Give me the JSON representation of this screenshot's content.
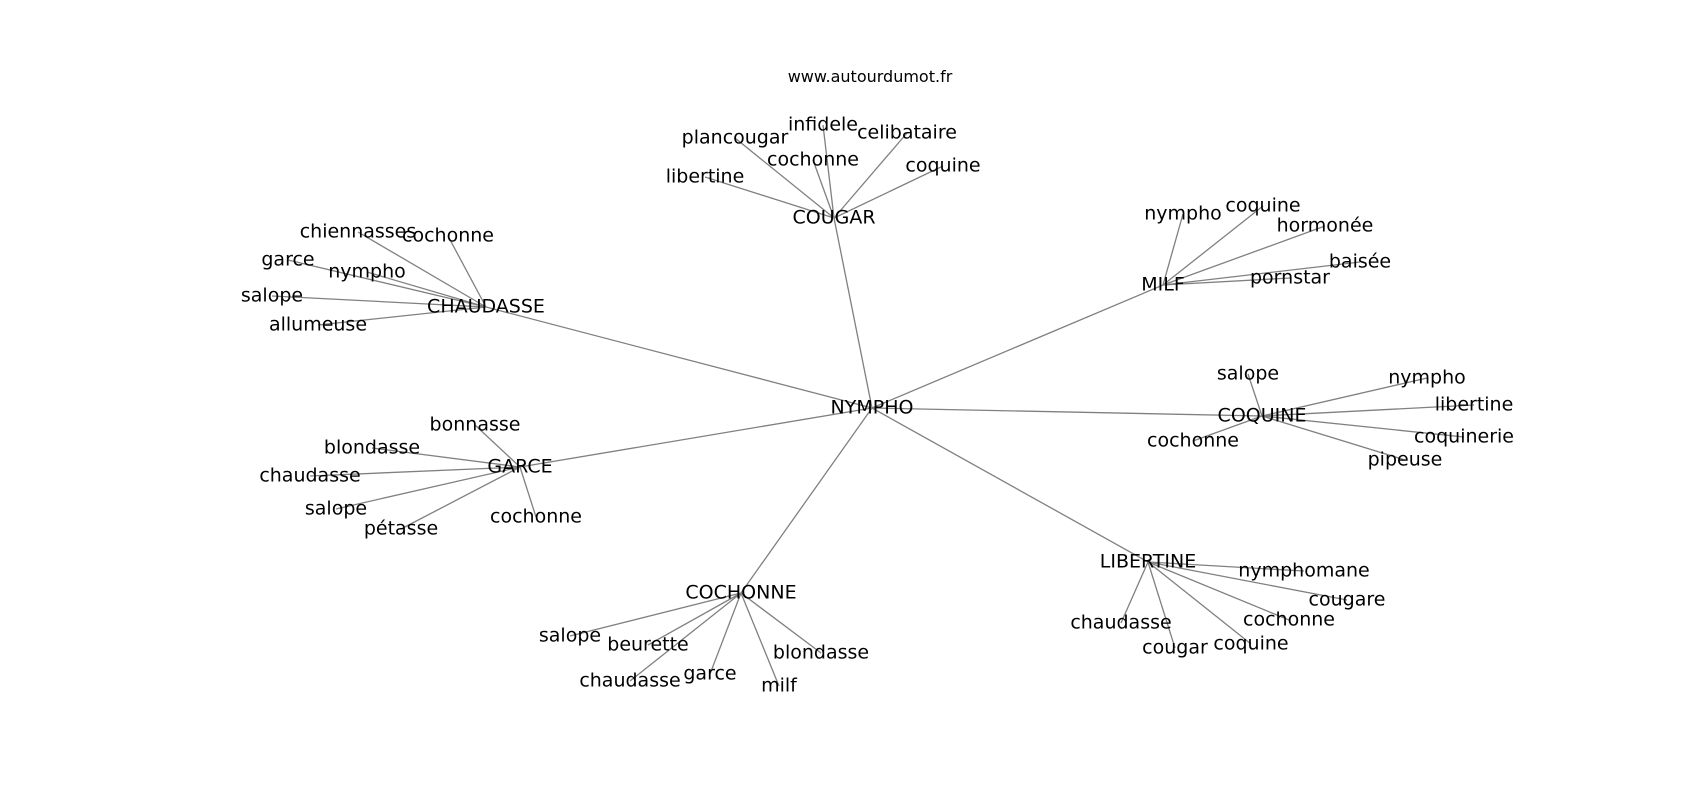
{
  "site": "www.autourdumot.fr",
  "graph": {
    "root": "NYMPHO",
    "clusters": [
      {
        "label": "COUGAR",
        "children": [
          "libertine",
          "plancougar",
          "infidele",
          "cochonne",
          "celibataire",
          "coquine"
        ]
      },
      {
        "label": "CHAUDASSE",
        "children": [
          "chiennasses",
          "cochonne",
          "garce",
          "nympho",
          "salope",
          "allumeuse"
        ]
      },
      {
        "label": "MILF",
        "children": [
          "nympho",
          "coquine",
          "hormonée",
          "baisée",
          "pornstar"
        ]
      },
      {
        "label": "COQUINE",
        "children": [
          "salope",
          "nympho",
          "libertine",
          "coquinerie",
          "pipeuse",
          "cochonne"
        ]
      },
      {
        "label": "GARCE",
        "children": [
          "bonnasse",
          "blondasse",
          "chaudasse",
          "salope",
          "pétasse",
          "cochonne"
        ]
      },
      {
        "label": "COCHONNE",
        "children": [
          "salope",
          "beurette",
          "chaudasse",
          "garce",
          "milf",
          "blondasse"
        ]
      },
      {
        "label": "LIBERTINE",
        "children": [
          "nymphomane",
          "cougare",
          "cochonne",
          "coquine",
          "cougar",
          "chaudasse"
        ]
      }
    ]
  }
}
